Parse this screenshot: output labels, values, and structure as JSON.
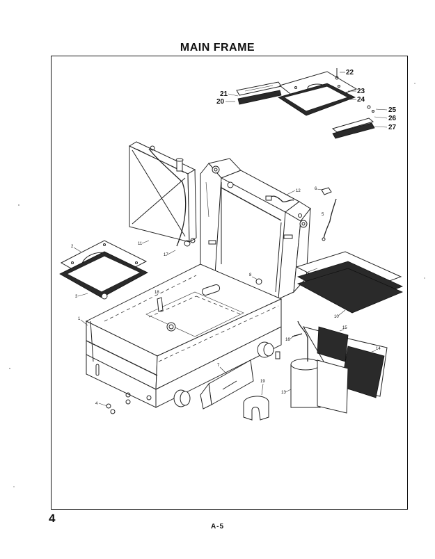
{
  "page": {
    "title": "MAIN FRAME",
    "page_number": "4",
    "page_code": "A-5"
  },
  "callouts_large": [
    "22",
    "21",
    "20",
    "23",
    "24",
    "25",
    "26",
    "27"
  ],
  "callouts_small": [
    "12",
    "6",
    "5",
    "2",
    "17",
    "11",
    "3",
    "8",
    "18",
    "1",
    "10",
    "15",
    "16",
    "14",
    "7",
    "19",
    "13",
    "4"
  ],
  "icons": {
    "drawing": "exploded-parts-diagram"
  }
}
